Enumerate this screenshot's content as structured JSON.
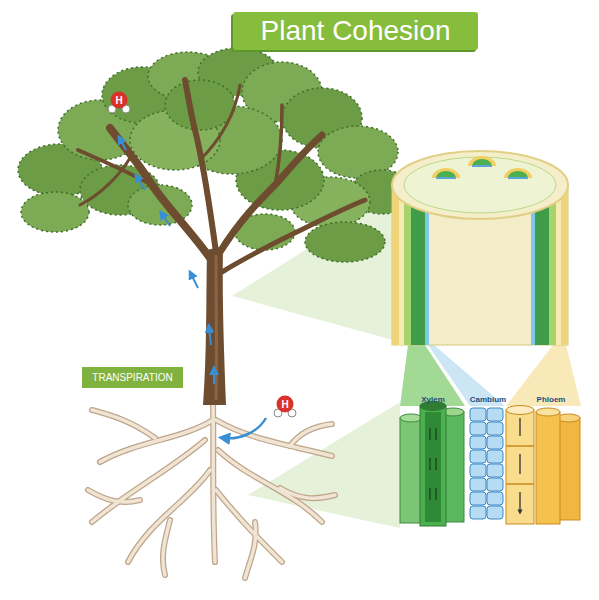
{
  "diagram": {
    "title": "Plant Cohesion",
    "nodes": [
      {
        "text": [
          "H"
        ]
      },
      {
        "text": [
          "TRANSPIRATION"
        ]
      },
      {
        "text": [
          "H"
        ]
      }
    ],
    "labels": [
      "Xylem",
      "Cambium",
      "Phloem"
    ]
  }
}
